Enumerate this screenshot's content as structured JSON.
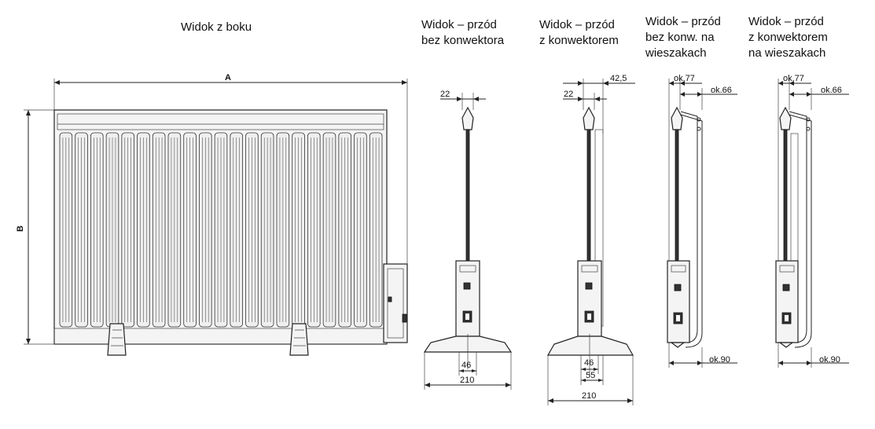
{
  "titles": {
    "side": "Widok z boku",
    "front1": "Widok – przód\nbez konwektora",
    "front2": "Widok – przód\nz konwektorem",
    "front3": "Widok – przód\nbez konw. na\nwieszakach",
    "front4": "Widok – przód\nz konwektorem\nna wieszakach"
  },
  "dims": {
    "A": "A",
    "B": "B",
    "f1_top": "22",
    "f1_base_inner": "46",
    "f1_base_outer": "210",
    "f2_top_left": "22",
    "f2_top_right": "42,5",
    "f2_base_inner": "46",
    "f2_base_mid": "55",
    "f2_base_outer": "210",
    "f3_top_left": "ok.77",
    "f3_top_right": "ok.66",
    "f3_bottom": "ok.90",
    "f4_top_left": "ok.77",
    "f4_top_right": "ok.66",
    "f4_bottom": "ok.90"
  }
}
